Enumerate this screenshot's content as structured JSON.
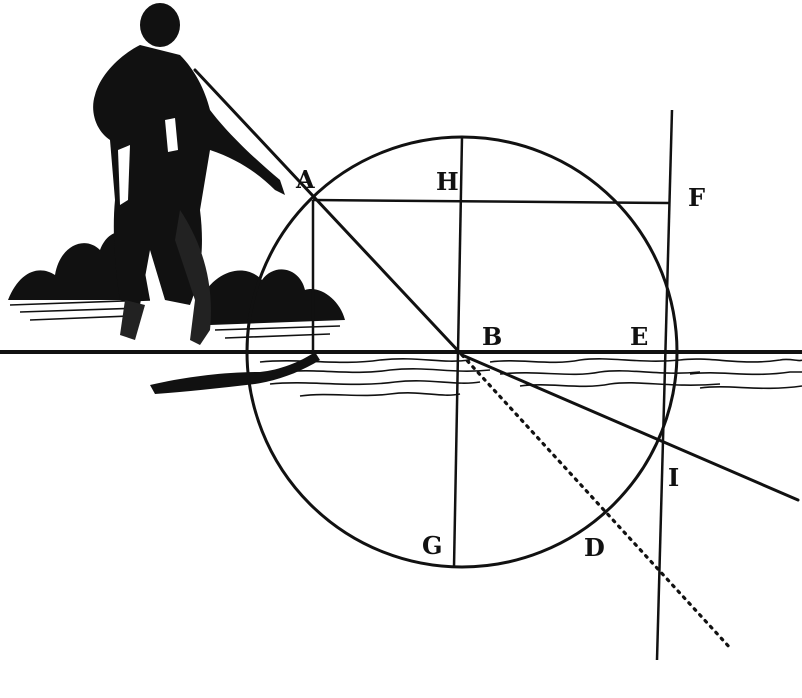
{
  "labels": {
    "A": "A",
    "H": "H",
    "F": "F",
    "B": "B",
    "E": "E",
    "I": "I",
    "G": "G",
    "D": "D"
  }
}
